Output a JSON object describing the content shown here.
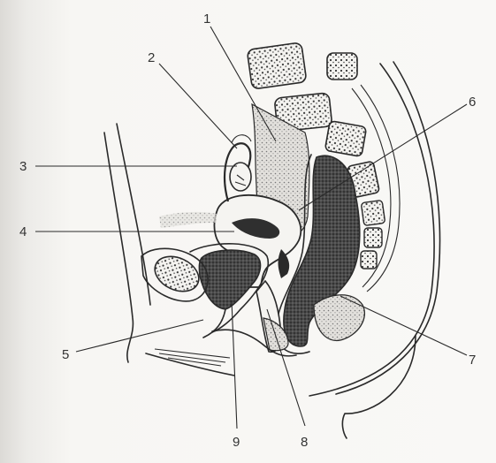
{
  "diagram": {
    "labels": [
      "1",
      "2",
      "3",
      "4",
      "5",
      "6",
      "7",
      "8",
      "9"
    ]
  },
  "colors": {
    "ink": "#2a2a2a",
    "dark_tissue": "#3c3c3c",
    "stipple": "#bdbdbd",
    "background": "#f7f6f3"
  }
}
